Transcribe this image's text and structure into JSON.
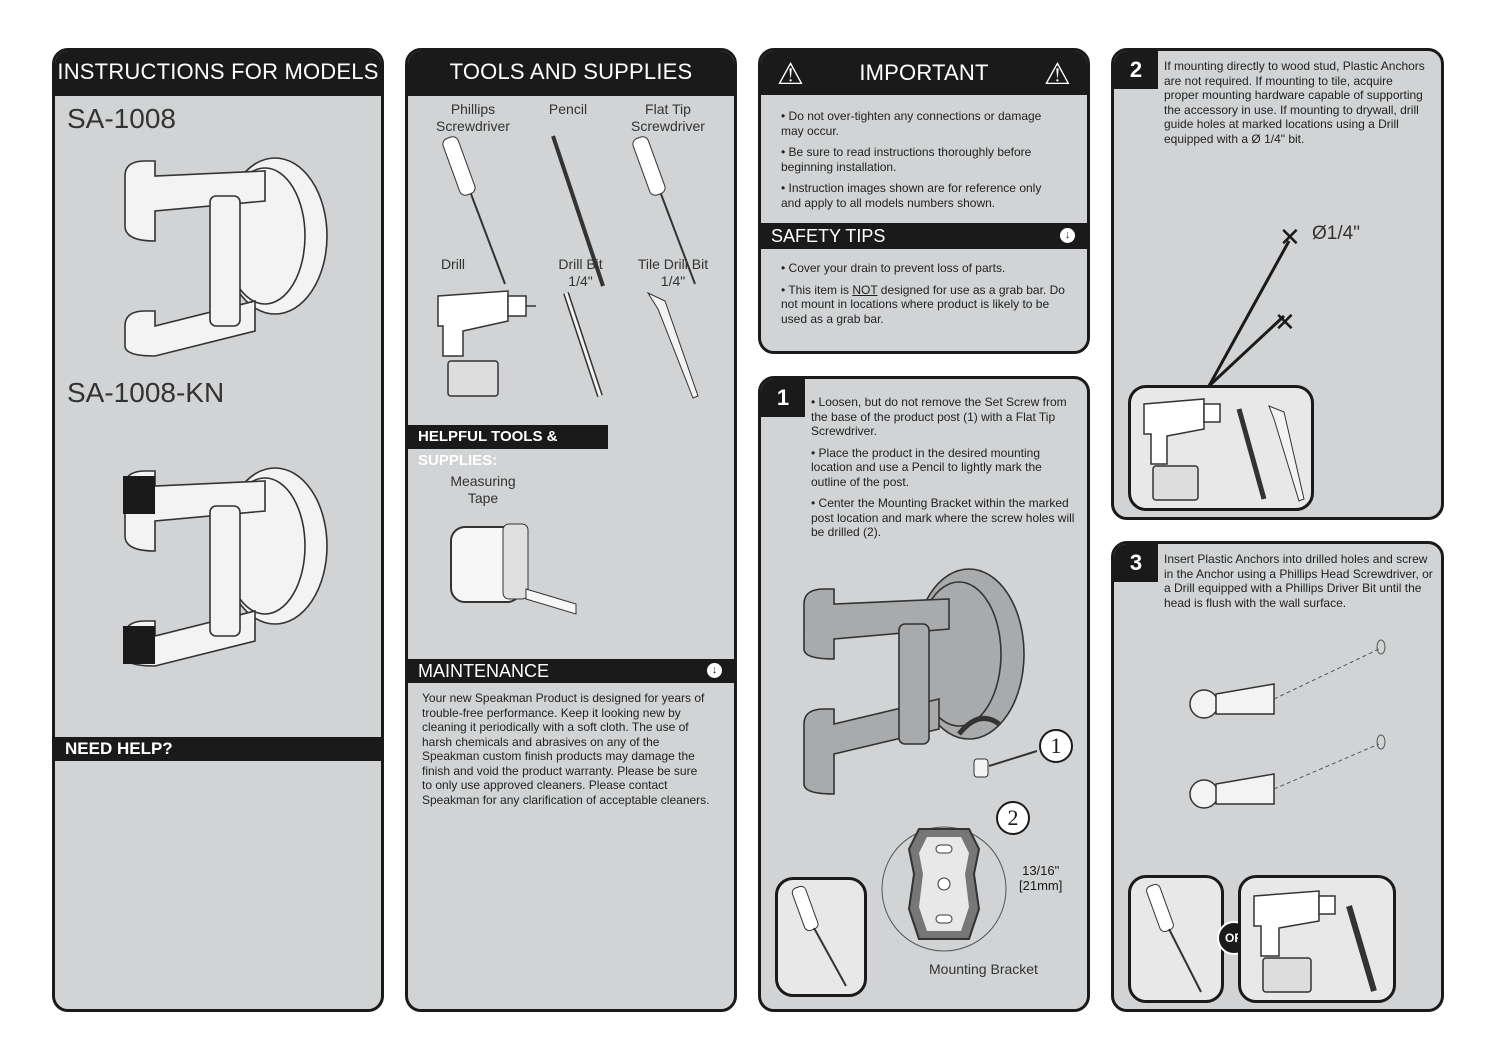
{
  "models": {
    "header": "INSTRUCTIONS FOR MODELS",
    "model1": "SA-1008",
    "model2": "SA-1008-KN",
    "need_help": "NEED HELP?"
  },
  "tools": {
    "header": "TOOLS AND SUPPLIES",
    "phillips": "Phillips Screwdriver",
    "pencil": "Pencil",
    "flat_tip": "Flat Tip Screwdriver",
    "drill": "Drill",
    "drill_bit": "Drill Bit 1/4\"",
    "tile_drill_bit": "Tile Drill Bit 1/4\"",
    "helpful_header": "HELPFUL TOOLS & SUPPLIES:",
    "measuring_tape": "Measuring Tape",
    "maintenance_header": "MAINTENANCE",
    "maintenance_text": "Your new Speakman Product is designed for years of trouble-free performance. Keep it looking new by cleaning it periodically with a soft cloth. The use of harsh chemicals and abrasives on any of the Speakman custom finish products may damage the finish and void the product warranty. Please be sure to only use approved cleaners. Please contact Speakman for any clarification of acceptable cleaners."
  },
  "important": {
    "header": "IMPORTANT",
    "bullets": [
      "• Do not over-tighten any connections or damage may occur.",
      "• Be sure to read instructions thoroughly before beginning installation.",
      "• Instruction images shown are for reference only and apply to all models numbers shown."
    ],
    "safety_header": "SAFETY TIPS",
    "safety1": "• Cover your drain to prevent loss of parts.",
    "safety2_pre": "• This item is ",
    "safety2_not": "NOT",
    "safety2_post": " designed for use as a grab bar. Do not mount in locations where product is likely to be used as a grab bar."
  },
  "step1": {
    "number": "1",
    "bullets": [
      "• Loosen, but do not remove the Set Screw from the base of the product post (1) with a Flat Tip Screwdriver.",
      "• Place the product in the desired mounting location and use a Pencil to lightly mark the outline of the post.",
      "• Center the Mounting Bracket within the marked post location and mark where the screw holes will be drilled (2)."
    ],
    "callout1": "1",
    "callout2": "2",
    "dim1": "13/16\"",
    "dim2": "[21mm]",
    "bracket_label": "Mounting Bracket"
  },
  "step2": {
    "number": "2",
    "text": "If mounting directly to wood stud, Plastic Anchors are not required. If mounting to tile, acquire proper mounting hardware capable of supporting the accessory in use. If mounting to drywall, drill guide holes at marked locations using a Drill equipped with a Ø 1/4\" bit.",
    "diameter": "Ø1/4\""
  },
  "step3": {
    "number": "3",
    "text": "Insert Plastic Anchors into drilled holes and screw in the Anchor using a Phillips Head Screwdriver, or a Drill equipped with a Phillips Driver Bit until the head is flush with the wall surface.",
    "or": "OR"
  },
  "colors": {
    "panel": "#d2d3d4",
    "dark": "#1a1a1a"
  }
}
